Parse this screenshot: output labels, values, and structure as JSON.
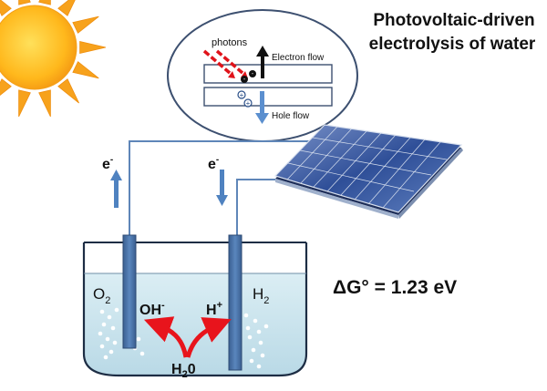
{
  "title": {
    "line1": "Photovoltaic-driven",
    "line2": "electrolysis of water"
  },
  "inset": {
    "photons_label": "photons",
    "electron_flow_label": "Electron flow",
    "hole_flow_label": "Hole flow",
    "electron_symbol": "-",
    "hole_symbol": "+"
  },
  "circuit": {
    "left_label": "e",
    "left_label_sup": "-",
    "right_label": "e",
    "right_label_sup": "-"
  },
  "cell": {
    "o2_label": "O",
    "o2_sub": "2",
    "h2_label": "H",
    "h2_sub": "2",
    "oh_label": "OH",
    "oh_sup": "-",
    "h_label": "H",
    "h_sup": "+",
    "water_label": "H",
    "water_sub": "2",
    "water_tail": "0"
  },
  "equation": "ΔG° = 1.23 eV",
  "colors": {
    "electrode": "#4a74a8",
    "electrolyte": "#cfe6ee",
    "reaction_arrow": "#e8141c",
    "photon_arrow": "#e0131a",
    "hole_arrow": "#5b8fcf",
    "sun": "#f7a21c"
  },
  "icons": [
    "sun-icon",
    "solar-panel-icon"
  ]
}
